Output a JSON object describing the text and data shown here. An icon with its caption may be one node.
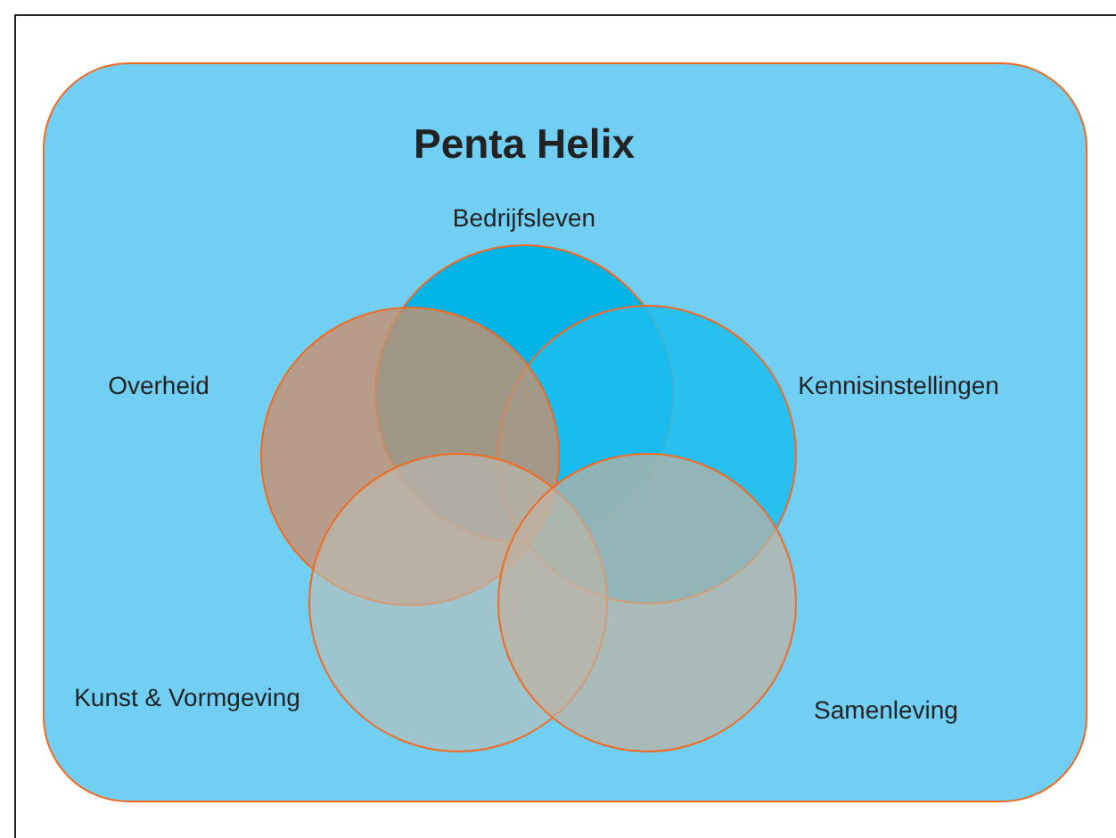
{
  "diagram": {
    "nodes": [
      {
        "text": [
          "Penta Helix"
        ]
      },
      {
        "text": [
          "Bedrijfsleven"
        ],
        "in": 0
      },
      {
        "text": [
          "Kennisinstellingen"
        ],
        "in": 0
      },
      {
        "text": [
          "Overheid"
        ],
        "in": 0
      },
      {
        "text": [
          "Kunst & Vormgeving"
        ],
        "in": 0
      },
      {
        "text": [
          "Samenleving"
        ],
        "in": 0
      }
    ],
    "edges": []
  }
}
